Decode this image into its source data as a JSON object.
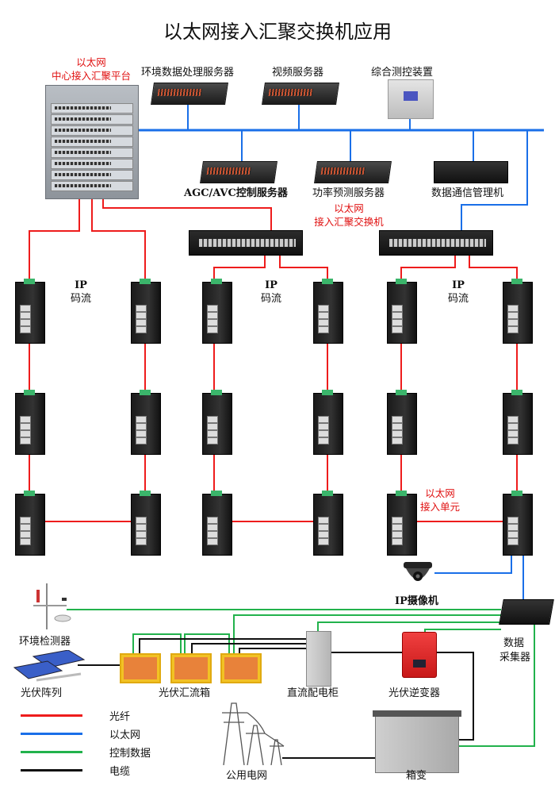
{
  "title": "以太网接入汇聚交换机应用",
  "colors": {
    "fiber": "#ee1c1c",
    "ethernet": "#1a6fe8",
    "control": "#22b24c",
    "cable": "#111111",
    "annotation": "#e01010"
  },
  "annotations": {
    "core_platform": [
      "以太网",
      "中心接入汇聚平台"
    ],
    "agg_switch": [
      "以太网",
      "接入汇聚交换机"
    ],
    "access_unit": [
      "以太网",
      "接入单元"
    ]
  },
  "servers": {
    "env_data": "环境数据处理服务器",
    "video": "视频服务器",
    "monitor": "综合测控装置",
    "agc_avc": "AGC/AVC控制服务器",
    "power_forecast": "功率预测服务器",
    "comm_manager": "数据通信管理机"
  },
  "ip_stream": {
    "line1": "IP",
    "line2": "码流"
  },
  "field_devices": {
    "camera": "IP摄像机",
    "env_detector": "环境检测器",
    "pv_array": "光伏阵列",
    "combiner_box": "光伏汇流箱",
    "dc_cabinet": "直流配电柜",
    "inverter": "光伏逆变器",
    "collector": [
      "数据",
      "采集器"
    ],
    "grid": "公用电网",
    "box_transformer": "箱变"
  },
  "legend": [
    {
      "label": "光纤",
      "color": "#ee1c1c"
    },
    {
      "label": "以太网",
      "color": "#1a6fe8"
    },
    {
      "label": "控制数据",
      "color": "#22b24c"
    },
    {
      "label": "电缆",
      "color": "#111111"
    }
  ]
}
